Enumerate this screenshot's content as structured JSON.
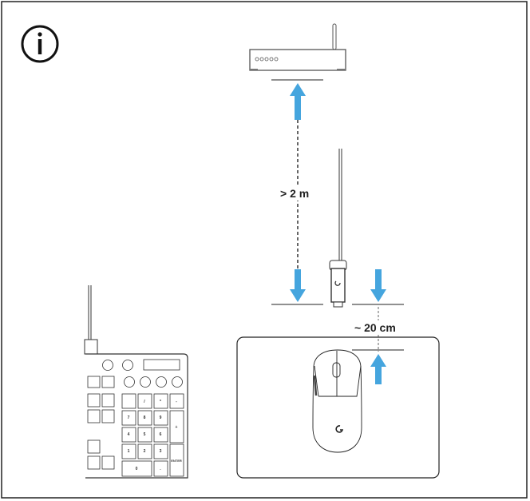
{
  "labels": {
    "router_distance": "> 2 m",
    "mouse_distance": "~ 20 cm"
  },
  "keypad": {
    "digits": [
      "7",
      "8",
      "9",
      "4",
      "5",
      "6",
      "1",
      "2",
      "3",
      "0"
    ],
    "plus": "+",
    "minus": "-",
    "dot": ".",
    "enter": "ENTER",
    "slash": "/",
    "star": "*"
  },
  "colors": {
    "arrow": "#45A5DE",
    "line": "#222222"
  },
  "icons": [
    "info-icon",
    "router-icon",
    "receiver-icon",
    "mouse-icon",
    "keypad-icon",
    "logitech-g-logo"
  ]
}
